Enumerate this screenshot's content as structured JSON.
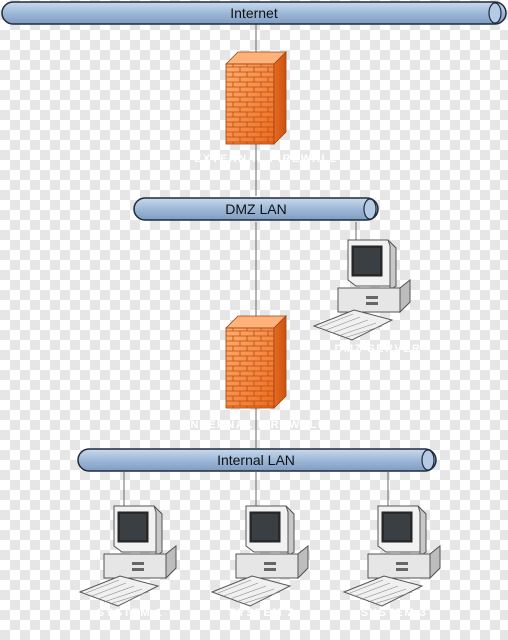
{
  "buses": {
    "internet": "Internet",
    "dmz": "DMZ LAN",
    "internal": "Internal LAN"
  },
  "nodes": {
    "external_firewall": "EXTERNAL FIREWALL",
    "internal_firewall": "INTERNAL FIREWALL",
    "dmz_server": "DMZ SERVER",
    "system1": "SYSTEM 1",
    "system2": "SYSTEM 2",
    "system3": "SYSTEM 3"
  },
  "icons": {
    "firewall": "firewall-icon",
    "computer": "computer-icon"
  },
  "colors": {
    "bus_fill": "#9db8d8",
    "bus_stroke": "#1f2a3c",
    "firewall": "#f07a2e",
    "computer": "#dcdcdc"
  }
}
